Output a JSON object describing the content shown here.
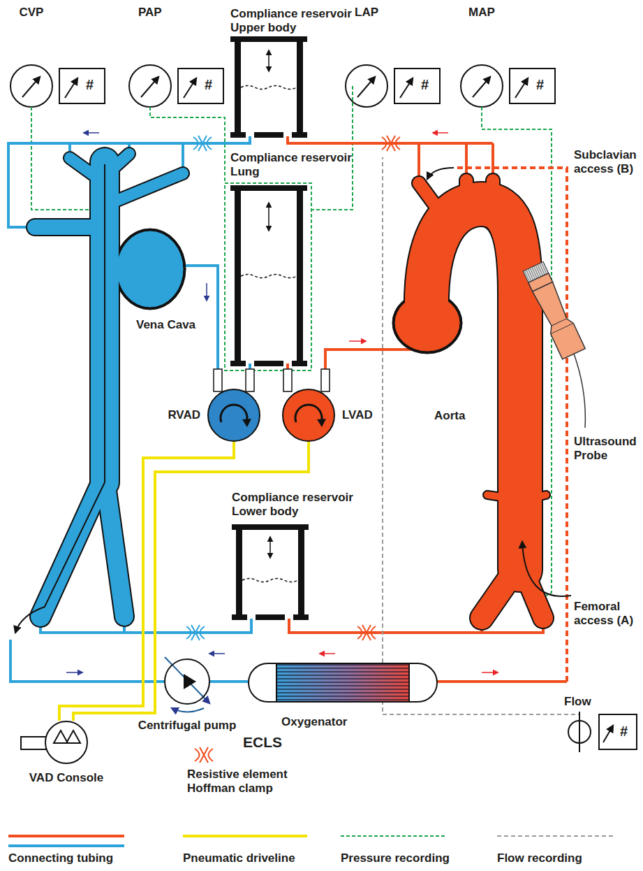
{
  "diagram": {
    "nodes": [
      {
        "text": [
          "Compliance reservoir Upper body"
        ]
      },
      {
        "text": [
          "Compliance reservoir Lung"
        ]
      },
      {
        "text": [
          "RVAD"
        ]
      },
      {
        "text": [
          "LVAD"
        ]
      },
      {
        "text": [
          "Compliance reservoir Lower body"
        ]
      },
      {
        "text": [
          "Centrifugal pump"
        ]
      },
      {
        "text": [
          "Oxygenator"
        ]
      },
      {
        "text": [
          "Flow"
        ]
      },
      {
        "text": [
          "VAD Console"
        ]
      }
    ],
    "edges": [
      {
        "from": 8,
        "to": 2,
        "arrow": "none"
      },
      {
        "from": 8,
        "to": 3,
        "arrow": "none"
      },
      {
        "from": 5,
        "to": 6,
        "arrow": "none"
      }
    ],
    "labels": [
      "CVP",
      "#",
      "PAP",
      "#",
      "LAP",
      "#",
      "MAP",
      "#",
      "Subclavian access (B)",
      "Vena Cava",
      "Aorta",
      "Ultrasound Probe",
      "Femoral access (A)",
      "#",
      "ECLS"
    ],
    "legend": [
      {
        "text": "Resistive element Hoffman clamp"
      },
      {
        "text": "Connecting tubing"
      },
      {
        "text": "Pneumatic driveline"
      },
      {
        "text": "Pressure recording"
      },
      {
        "text": "Flow recording"
      }
    ]
  }
}
